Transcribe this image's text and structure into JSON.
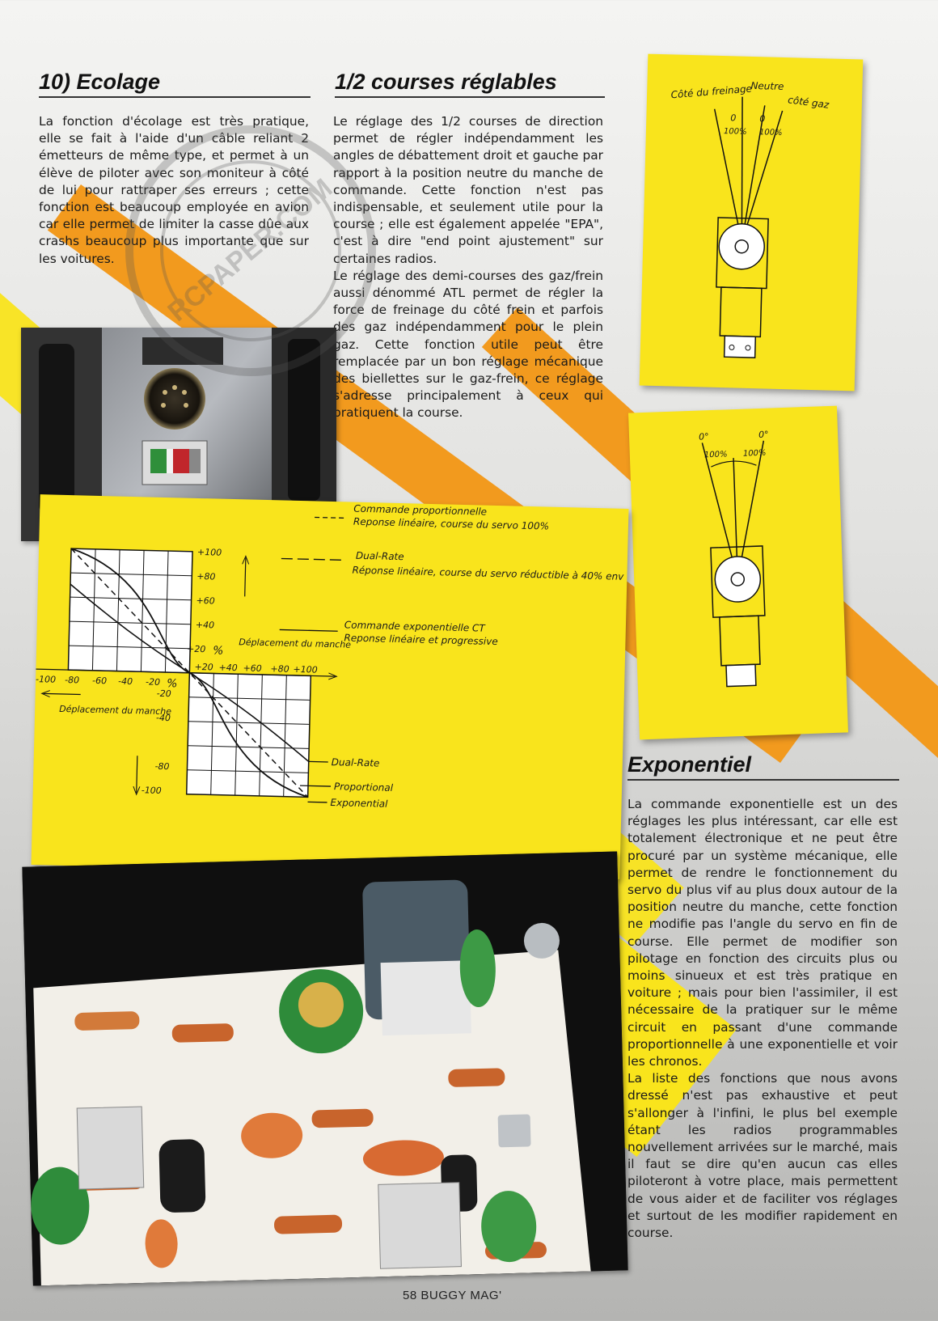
{
  "colors": {
    "yellow": "#f9e41c",
    "orange": "#f29a1e",
    "dark_bg": "#1c1c1c"
  },
  "section_ecolage": {
    "heading": "10) Ecolage",
    "body": "La fonction d'écolage est très pratique, elle se fait à l'aide d'un câble reliant 2 émetteurs de même type, et permet à un élève de piloter avec son moniteur à côté de lui pour rattraper ses erreurs ; cette fonction est beaucoup employée en avion car elle permet de limiter la casse dûe aux crashs beaucoup plus importante que sur les voitures."
  },
  "section_courses": {
    "heading": "1/2 courses réglables",
    "paragraphs": [
      "Le réglage des 1/2 courses de direction permet de régler indépendamment les angles de débattement droit et gauche par rapport à la position neutre du manche de commande. Cette fonction n'est pas indispensable, et seulement utile pour la course ; elle est également appelée \"EPA\", c'est à dire \"end point ajustement\" sur certaines radios.",
      "Le réglage des demi-courses des gaz/frein aussi dénommé ATL permet de régler la force de freinage du côté frein et parfois des gaz indépendamment pour le plein gaz. Cette fonction utile peut être remplacée par un bon réglage mécanique des biellettes sur le gaz-frein, ce réglage s'adresse principalement à ceux qui pratiquent la course."
    ]
  },
  "section_exponentiel": {
    "heading": "Exponentiel",
    "paragraphs": [
      "La commande exponentielle est un des réglages les plus intéressant, car elle est totalement électronique et ne peut être procuré par un système mécanique, elle permet de rendre le fonctionnement du servo du plus vif au plus doux autour de la position neutre du manche, cette fonction ne modifie pas l'angle du servo en fin de course. Elle permet de modifier son pilotage en fonction des circuits plus ou moins sinueux et est très pratique en voiture ; mais pour bien l'assimiler, il est nécessaire de la pratiquer sur le même circuit en passant d'une commande proportionnelle à une exponentielle et voir les chronos.",
      "La liste des fonctions que nous avons dressé n'est pas exhaustive et peut s'allonger à l'infini, le plus bel exemple étant les radios programmables nouvellement arrivées sur le marché, mais il faut se dire qu'en aucun cas elles piloteront à votre place, mais permettent de vous aider et de faciliter vos réglages et surtout de les modifier rapidement en course."
    ]
  },
  "servo_card_1": {
    "label_left": "Côté du freinage",
    "label_center": "Neutre",
    "label_right": "côté gaz",
    "zero_left": "0",
    "zero_right": "0",
    "pct_left": "100%",
    "pct_right": "100%"
  },
  "servo_card_2": {
    "zero_left": "0°",
    "zero_right": "0°",
    "pct_left": "100%",
    "pct_right": "100%"
  },
  "graph_card": {
    "legend_proportional_title": "Commande proportionnelle",
    "legend_proportional_desc": "Reponse linéaire, course du servo 100%",
    "legend_dualrate_title": "Dual-Rate",
    "legend_dualrate_desc": "Réponse linéaire, course du servo réductible à 40% env",
    "legend_expo_title": "Commande exponentielle CT",
    "legend_expo_desc": "Reponse linéaire et progressive",
    "y_ticks_pos": [
      "+100",
      "+80",
      "+60",
      "+40",
      "+20"
    ],
    "y_ticks_neg": [
      "-20",
      "-40",
      "-80",
      "-100"
    ],
    "x_ticks_neg": [
      "-100",
      "-80",
      "-60",
      "-40",
      "-20"
    ],
    "x_ticks_pos": [
      "+20",
      "+40",
      "+60",
      "+80",
      "+100"
    ],
    "pct_top": "%",
    "pct_bottom": "%",
    "axis_label_right": "Déplacement du manche",
    "axis_label_left": "Déplacement du manche",
    "curve_dualrate": "Dual-Rate",
    "curve_proportional": "Proportional",
    "curve_exponential": "Exponential"
  },
  "footer": {
    "text": "58 BUGGY MAG'"
  },
  "watermark": {
    "text": "RCPAPER.COM"
  }
}
